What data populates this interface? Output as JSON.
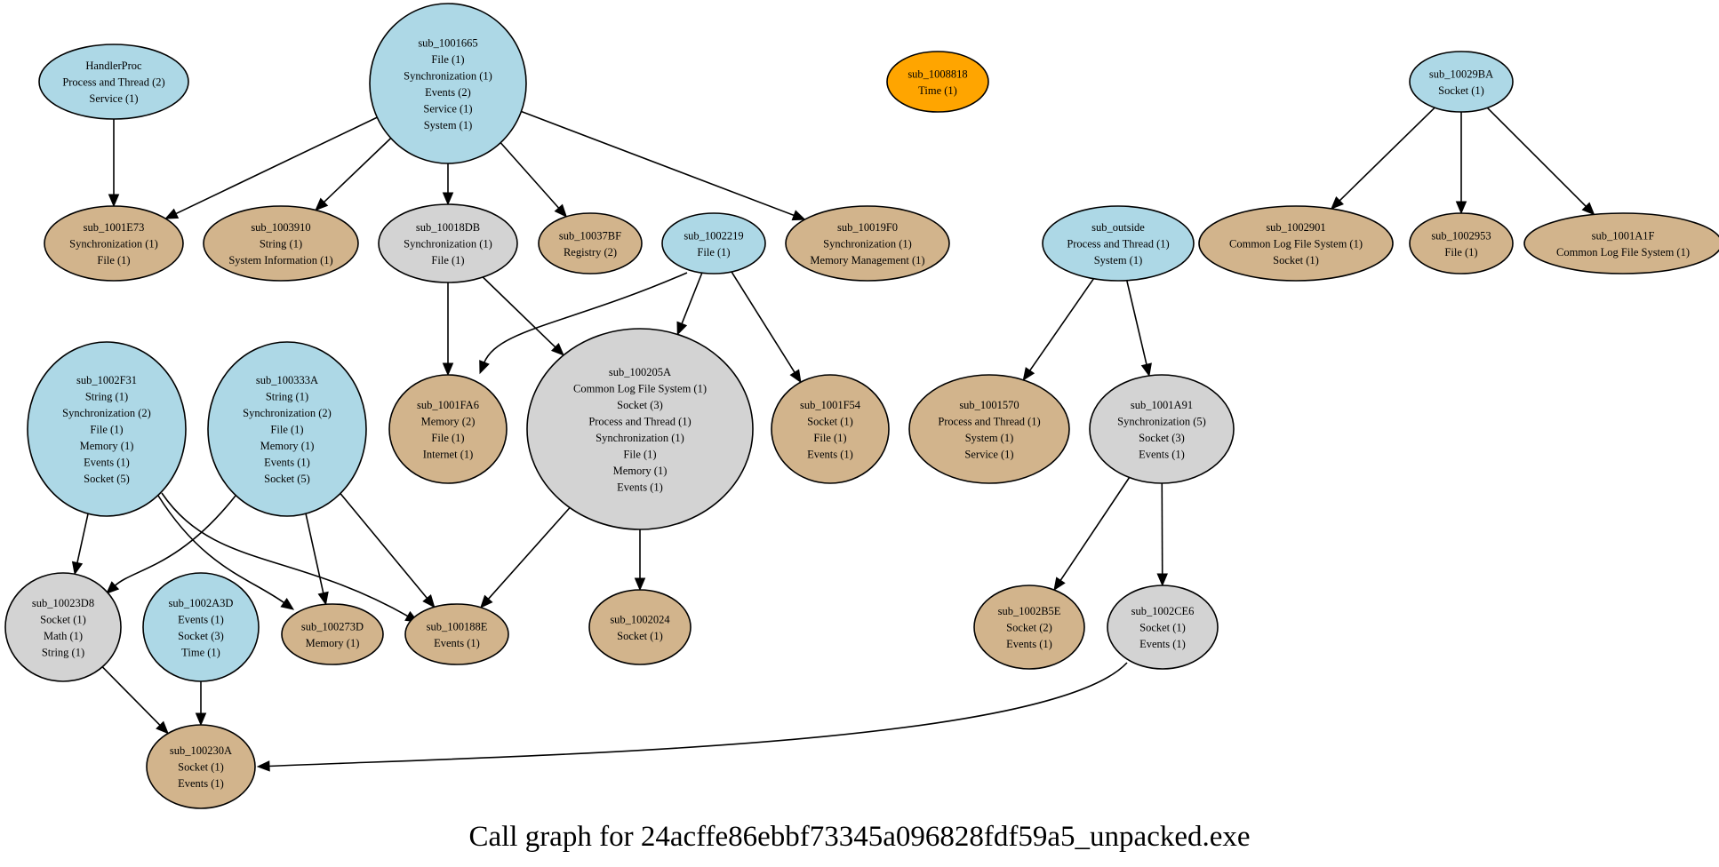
{
  "title": "Call graph for 24acffe86ebbf73345a096828fdf59a5_unpacked.exe",
  "legend_colors": {
    "root": "#add8e6",
    "intermediate": "#d3d3d3",
    "leaf": "#d2b48c",
    "isolated": "#ffa500"
  },
  "nodes": [
    {
      "id": "HandlerProc",
      "kind": "root",
      "lines": [
        "HandlerProc",
        "Process and Thread (2)",
        "Service (1)"
      ]
    },
    {
      "id": "sub_1001665",
      "kind": "root",
      "lines": [
        "sub_1001665",
        "File (1)",
        "Synchronization (1)",
        "Events (2)",
        "Service (1)",
        "System (1)"
      ]
    },
    {
      "id": "sub_1008818",
      "kind": "isolated",
      "lines": [
        "sub_1008818",
        "Time (1)"
      ]
    },
    {
      "id": "sub_10029BA",
      "kind": "root",
      "lines": [
        "sub_10029BA",
        "Socket (1)"
      ]
    },
    {
      "id": "sub_1001E73",
      "kind": "leaf",
      "lines": [
        "sub_1001E73",
        "Synchronization (1)",
        "File (1)"
      ]
    },
    {
      "id": "sub_1003910",
      "kind": "leaf",
      "lines": [
        "sub_1003910",
        "String (1)",
        "System Information (1)"
      ]
    },
    {
      "id": "sub_10018DB",
      "kind": "intermediate",
      "lines": [
        "sub_10018DB",
        "Synchronization (1)",
        "File (1)"
      ]
    },
    {
      "id": "sub_10037BF",
      "kind": "leaf",
      "lines": [
        "sub_10037BF",
        "Registry (2)"
      ]
    },
    {
      "id": "sub_1002219",
      "kind": "root",
      "lines": [
        "sub_1002219",
        "File (1)"
      ]
    },
    {
      "id": "sub_10019F0",
      "kind": "leaf",
      "lines": [
        "sub_10019F0",
        "Synchronization (1)",
        "Memory Management (1)"
      ]
    },
    {
      "id": "sub_outside",
      "kind": "root",
      "lines": [
        "sub_outside",
        "Process and Thread (1)",
        "System (1)"
      ]
    },
    {
      "id": "sub_1002901",
      "kind": "leaf",
      "lines": [
        "sub_1002901",
        "Common Log File System (1)",
        "Socket (1)"
      ]
    },
    {
      "id": "sub_1002953",
      "kind": "leaf",
      "lines": [
        "sub_1002953",
        "File (1)"
      ]
    },
    {
      "id": "sub_1001A1F",
      "kind": "leaf",
      "lines": [
        "sub_1001A1F",
        "Common Log File System (1)"
      ]
    },
    {
      "id": "sub_1002F31",
      "kind": "root",
      "lines": [
        "sub_1002F31",
        "String (1)",
        "Synchronization (2)",
        "File (1)",
        "Memory (1)",
        "Events (1)",
        "Socket (5)"
      ]
    },
    {
      "id": "sub_100333A",
      "kind": "root",
      "lines": [
        "sub_100333A",
        "String (1)",
        "Synchronization (2)",
        "File (1)",
        "Memory (1)",
        "Events (1)",
        "Socket (5)"
      ]
    },
    {
      "id": "sub_1001FA6",
      "kind": "leaf",
      "lines": [
        "sub_1001FA6",
        "Memory (2)",
        "File (1)",
        "Internet (1)"
      ]
    },
    {
      "id": "sub_100205A",
      "kind": "intermediate",
      "lines": [
        "sub_100205A",
        "Common Log File System (1)",
        "Socket (3)",
        "Process and Thread (1)",
        "Synchronization (1)",
        "File (1)",
        "Memory (1)",
        "Events (1)"
      ]
    },
    {
      "id": "sub_1001F54",
      "kind": "leaf",
      "lines": [
        "sub_1001F54",
        "Socket (1)",
        "File (1)",
        "Events (1)"
      ]
    },
    {
      "id": "sub_1001570",
      "kind": "leaf",
      "lines": [
        "sub_1001570",
        "Process and Thread (1)",
        "System (1)",
        "Service (1)"
      ]
    },
    {
      "id": "sub_1001A91",
      "kind": "intermediate",
      "lines": [
        "sub_1001A91",
        "Synchronization (5)",
        "Socket (3)",
        "Events (1)"
      ]
    },
    {
      "id": "sub_10023D8",
      "kind": "intermediate",
      "lines": [
        "sub_10023D8",
        "Socket (1)",
        "Math (1)",
        "String (1)"
      ]
    },
    {
      "id": "sub_1002A3D",
      "kind": "root",
      "lines": [
        "sub_1002A3D",
        "Events (1)",
        "Socket (3)",
        "Time (1)"
      ]
    },
    {
      "id": "sub_100273D",
      "kind": "leaf",
      "lines": [
        "sub_100273D",
        "Memory (1)"
      ]
    },
    {
      "id": "sub_100188E",
      "kind": "leaf",
      "lines": [
        "sub_100188E",
        "Events (1)"
      ]
    },
    {
      "id": "sub_1002024",
      "kind": "leaf",
      "lines": [
        "sub_1002024",
        "Socket (1)"
      ]
    },
    {
      "id": "sub_1002B5E",
      "kind": "leaf",
      "lines": [
        "sub_1002B5E",
        "Socket (2)",
        "Events (1)"
      ]
    },
    {
      "id": "sub_1002CE6",
      "kind": "intermediate",
      "lines": [
        "sub_1002CE6",
        "Socket (1)",
        "Events (1)"
      ]
    },
    {
      "id": "sub_100230A",
      "kind": "leaf",
      "lines": [
        "sub_100230A",
        "Socket (1)",
        "Events (1)"
      ]
    }
  ],
  "edges": [
    {
      "from": "HandlerProc",
      "to": "sub_1001E73"
    },
    {
      "from": "sub_1001665",
      "to": "sub_1001E73"
    },
    {
      "from": "sub_1001665",
      "to": "sub_1003910"
    },
    {
      "from": "sub_1001665",
      "to": "sub_10018DB"
    },
    {
      "from": "sub_1001665",
      "to": "sub_10037BF"
    },
    {
      "from": "sub_1001665",
      "to": "sub_10019F0"
    },
    {
      "from": "sub_10029BA",
      "to": "sub_1002901"
    },
    {
      "from": "sub_10029BA",
      "to": "sub_1002953"
    },
    {
      "from": "sub_10029BA",
      "to": "sub_1001A1F"
    },
    {
      "from": "sub_10018DB",
      "to": "sub_1001FA6"
    },
    {
      "from": "sub_10018DB",
      "to": "sub_100205A"
    },
    {
      "from": "sub_1002219",
      "to": "sub_1001FA6"
    },
    {
      "from": "sub_1002219",
      "to": "sub_100205A"
    },
    {
      "from": "sub_1002219",
      "to": "sub_1001F54"
    },
    {
      "from": "sub_outside",
      "to": "sub_1001570"
    },
    {
      "from": "sub_outside",
      "to": "sub_1001A91"
    },
    {
      "from": "sub_1002F31",
      "to": "sub_10023D8"
    },
    {
      "from": "sub_1002F31",
      "to": "sub_100273D"
    },
    {
      "from": "sub_1002F31",
      "to": "sub_100188E"
    },
    {
      "from": "sub_100333A",
      "to": "sub_10023D8"
    },
    {
      "from": "sub_100333A",
      "to": "sub_100273D"
    },
    {
      "from": "sub_100333A",
      "to": "sub_100188E"
    },
    {
      "from": "sub_100205A",
      "to": "sub_100188E"
    },
    {
      "from": "sub_100205A",
      "to": "sub_1002024"
    },
    {
      "from": "sub_1001A91",
      "to": "sub_1002B5E"
    },
    {
      "from": "sub_1001A91",
      "to": "sub_1002CE6"
    },
    {
      "from": "sub_10023D8",
      "to": "sub_100230A"
    },
    {
      "from": "sub_1002A3D",
      "to": "sub_100230A"
    },
    {
      "from": "sub_1002CE6",
      "to": "sub_100230A"
    }
  ]
}
